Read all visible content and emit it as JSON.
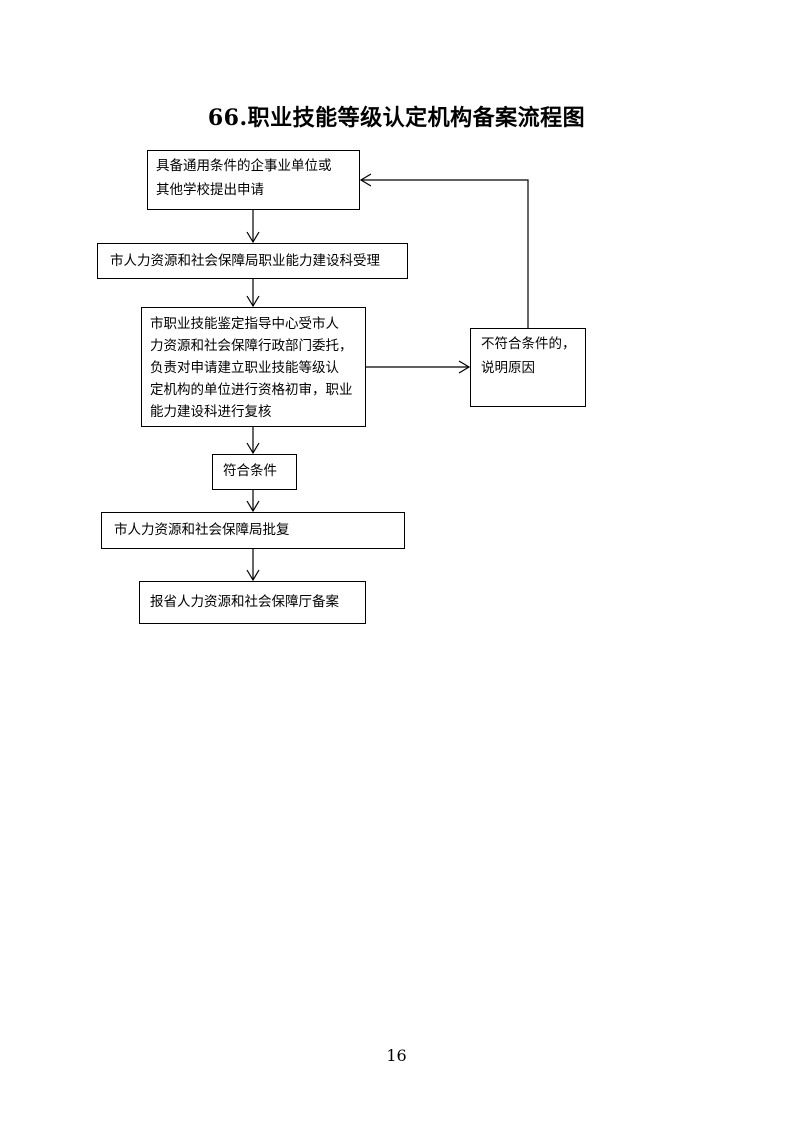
{
  "title": "66.职业技能等级认定机构备案流程图",
  "nodes": {
    "apply": [
      "具备通用条件的企事业单位或",
      "其他学校提出申请"
    ],
    "accept": [
      "市人力资源和社会保障局职业能力建设科受理"
    ],
    "review": [
      "市职业技能鉴定指导中心受市人",
      "力资源和社会保障行政部门委托，",
      "负责对申请建立职业技能等级认",
      "定机构的单位进行资格初审，职业",
      "能力建设科进行复核"
    ],
    "reject": [
      "不符合条件的，",
      "说明原因"
    ],
    "qualified": [
      "符合条件"
    ],
    "approve": [
      "市人力资源和社会保障局批复"
    ],
    "file": [
      "报省人力资源和社会保障厅备案"
    ]
  },
  "page_number": "16"
}
